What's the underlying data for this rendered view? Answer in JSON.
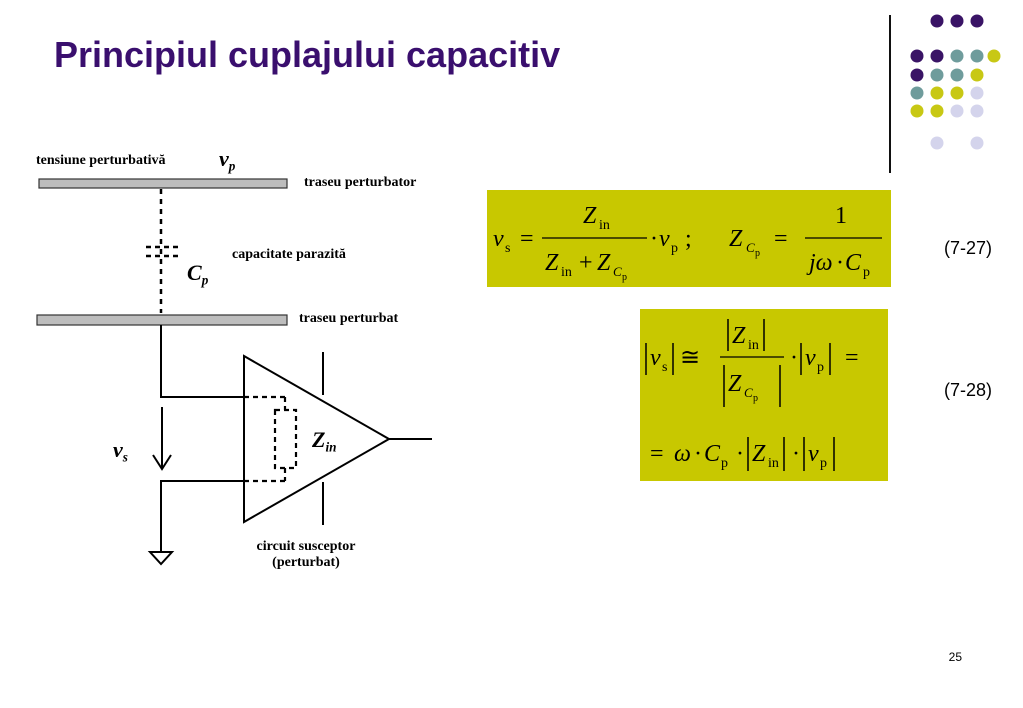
{
  "slide": {
    "title": "Principiul cuplajului capacitiv",
    "page_number": "25"
  },
  "colors": {
    "title": "#3a0f6e",
    "equation_box": "#c8c800",
    "dot_purple": "#3a1466",
    "dot_teal": "#6f9c9c",
    "dot_yellow": "#c8c814",
    "dot_lavender": "#d4d4ec",
    "trace_gray": "#bdbdbd"
  },
  "circuit": {
    "labels": {
      "disturbing_voltage": "tensiune perturbativă",
      "disturbing_trace": "traseu perturbator",
      "parasitic_capacitance": "capacitate parazită",
      "disturbed_trace": "traseu perturbat",
      "susceptor_line1": "circuit susceptor",
      "susceptor_line2": "(perturbat)"
    },
    "symbols": {
      "vp_main": "v",
      "vp_sub": "p",
      "cp_main": "C",
      "cp_sub": "p",
      "zin_main": "Z",
      "zin_sub": "in",
      "vs_main": "v",
      "vs_sub": "s"
    }
  },
  "equations": [
    {
      "number": "(7-27)"
    },
    {
      "number": "(7-28)"
    }
  ]
}
